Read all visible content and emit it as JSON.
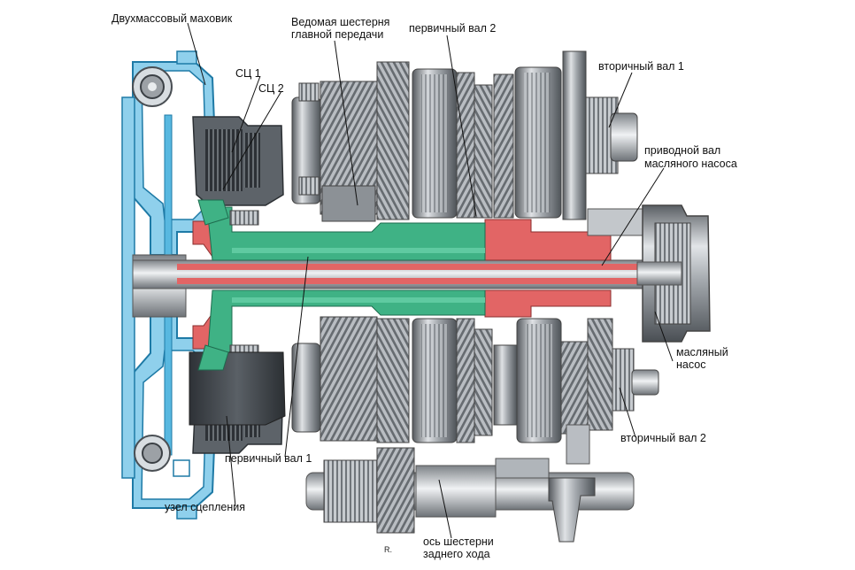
{
  "labels": {
    "flywheel": "Двухмассовый маховик",
    "driven_gear_1": "Ведомая шестерня",
    "driven_gear_2": "главной передачи",
    "input_shaft_2": "первичный вал 2",
    "clutch_1": "СЦ 1",
    "clutch_2": "СЦ 2",
    "output_shaft_1": "вторичный вал 1",
    "oil_pump_drive_1": "приводной вал",
    "oil_pump_drive_2": "масляного насоса",
    "oil_pump_1": "масляный",
    "oil_pump_2": "насос",
    "output_shaft_2": "вторичный вал 2",
    "input_shaft_1": "первичный вал 1",
    "clutch_unit": "узел сцепления",
    "reverse_axle_1": "ось шестерни",
    "reverse_axle_2": "заднего хода",
    "mark": "R."
  },
  "colors": {
    "background": "#ffffff",
    "steel": "#9aa0a6",
    "steel_light": "#d4d8dc",
    "steel_dark": "#4d5257",
    "housing_blue": "#58b8e0",
    "input_shaft_red": "#e06464",
    "input_shaft_green": "#3fb285",
    "clutch_dark": "#3a3f45",
    "leader_line": "#111111"
  }
}
